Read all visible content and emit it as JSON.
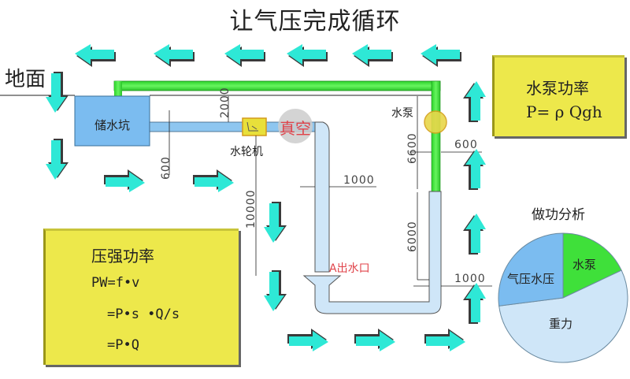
{
  "title": "让气压完成循环",
  "ground_label": "地面",
  "components": {
    "reservoir": "储水坑",
    "turbine": "水轮机",
    "vacuum": "真空",
    "pump": "水泵",
    "outlet": "A出水口"
  },
  "dimensions": {
    "d2000": "2000",
    "d600_left": "600",
    "d10000": "10000",
    "d1000_mid": "1000",
    "d6600": "6600",
    "d600_right": "600",
    "d6000": "6000",
    "d1000_right": "1000"
  },
  "pump_power_card": {
    "heading": "水泵功率",
    "formula": "P= ρ Qgh"
  },
  "pressure_power_card": {
    "heading": "压强功率",
    "line1": "PW=f•v",
    "line2": "=P•s •Q/s",
    "line3": "=P•Q"
  },
  "flow_arrows": {
    "color": "#2ee8d6",
    "top_left_count": 6,
    "left_down_count": 2,
    "mid_right_count": 2,
    "center_down_count": 2,
    "bottom_right_count": 3,
    "right_up_count": 4
  },
  "chart_data": {
    "type": "pie",
    "title": "做功分析",
    "slices": [
      {
        "label": "水泵",
        "value": 18,
        "color": "#3fe03a"
      },
      {
        "label": "重力",
        "value": 55,
        "color": "#cfe6f8"
      },
      {
        "label": "气压水压",
        "value": 27,
        "color": "#7bbcf0"
      }
    ],
    "start": "top",
    "direction": "clockwise"
  }
}
